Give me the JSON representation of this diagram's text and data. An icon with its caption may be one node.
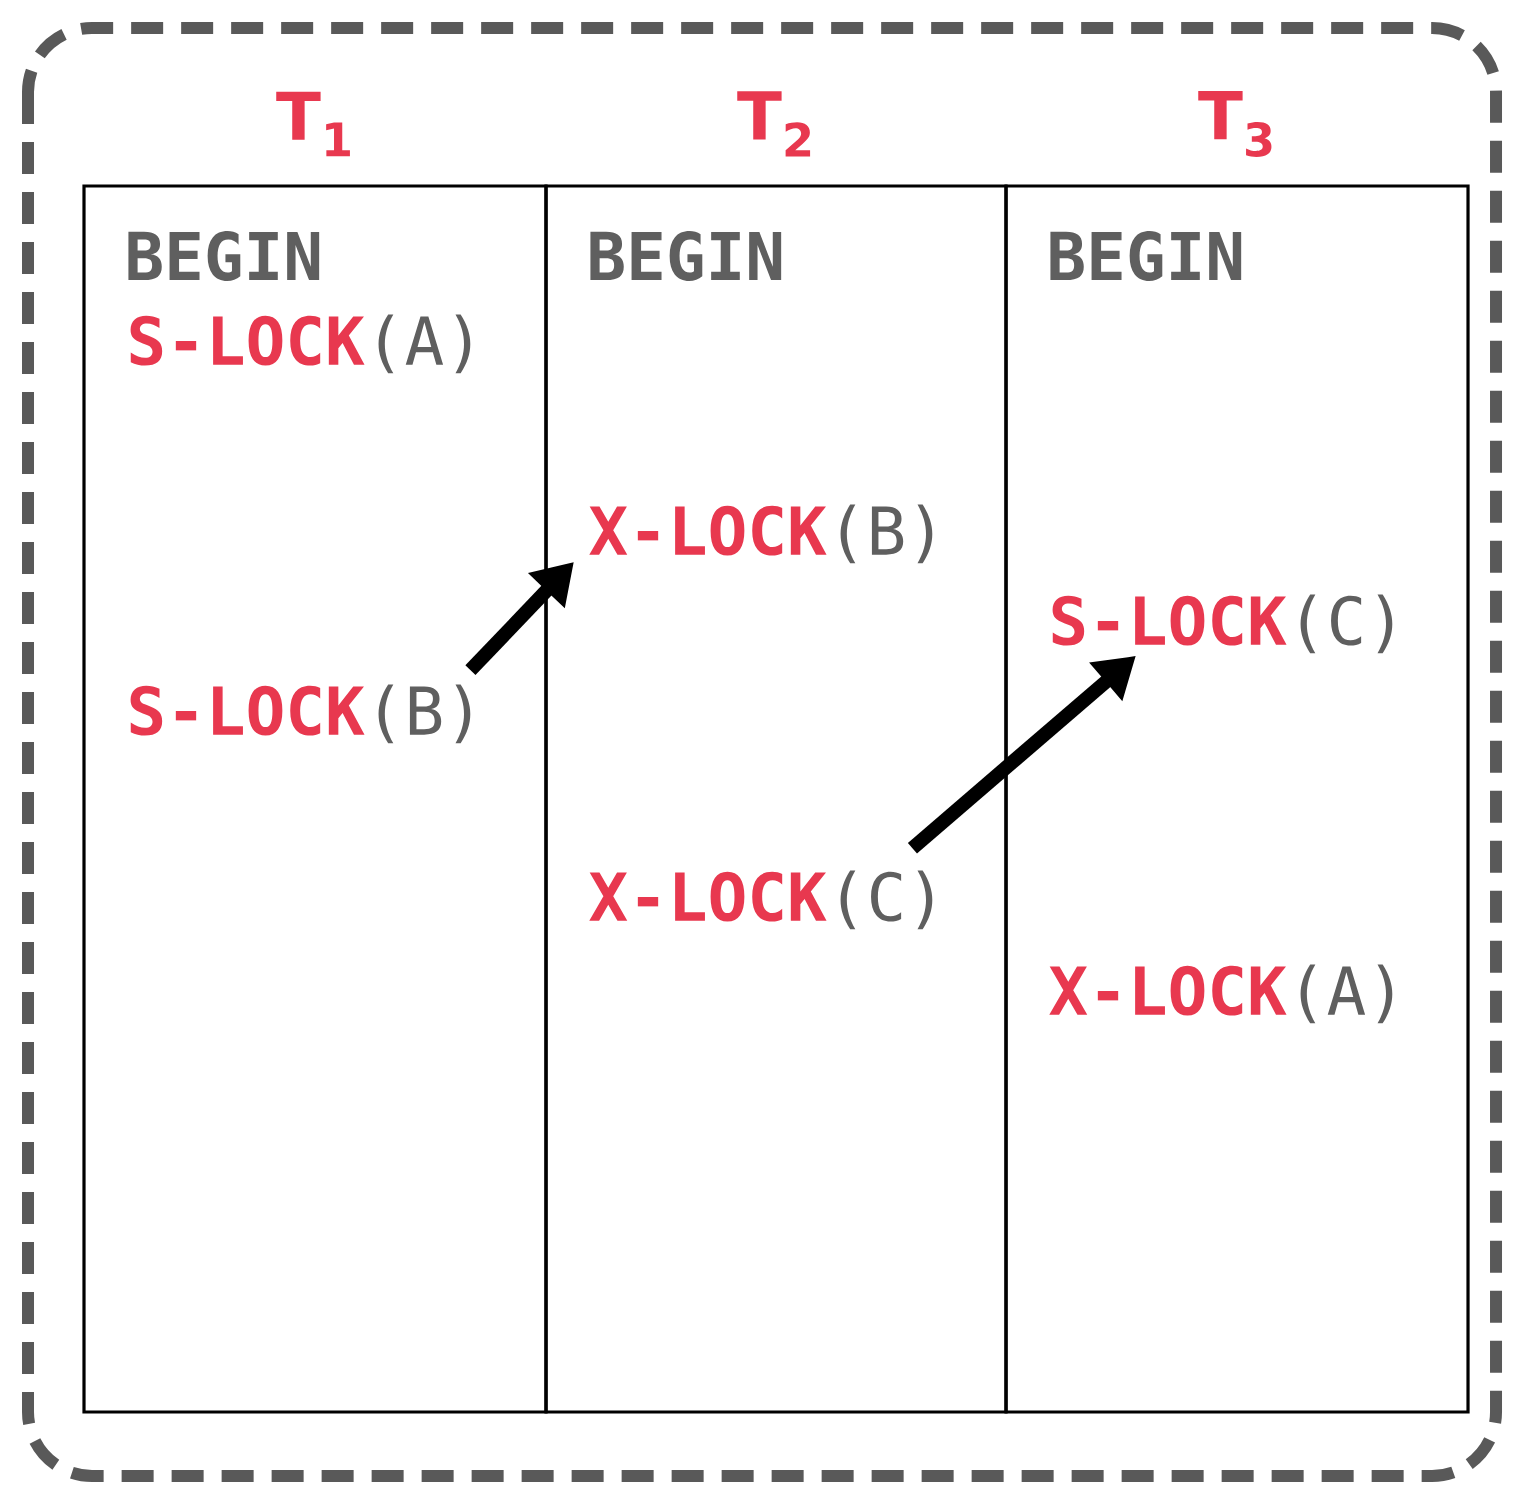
{
  "diagram": {
    "nodes": [
      {
        "text": [
          "T$_{1}$",
          "BEGIN"
        ]
      },
      {
        "text": [
          "T$_{2}$",
          "BEGIN"
        ]
      },
      {
        "text": [
          "T$_{3}$",
          "BEGIN"
        ]
      },
      {
        "text": [
          "S-LOCK",
          "(A)"
        ],
        "in": 0
      },
      {
        "text": [
          "S-LOCK",
          "(B)"
        ],
        "in": 0
      },
      {
        "text": [
          "X-LOCK",
          "(B)"
        ],
        "in": 1
      },
      {
        "text": [
          "X-LOCK",
          "(C)"
        ],
        "in": 1
      },
      {
        "text": [
          "S-LOCK",
          "(C)"
        ],
        "in": 2
      },
      {
        "text": [
          "X-LOCK",
          "(A)"
        ],
        "in": 2
      }
    ],
    "edges": [
      {
        "from": 4,
        "to": 5,
        "arrow": "to"
      },
      {
        "from": 6,
        "to": 7,
        "arrow": "to"
      }
    ]
  }
}
